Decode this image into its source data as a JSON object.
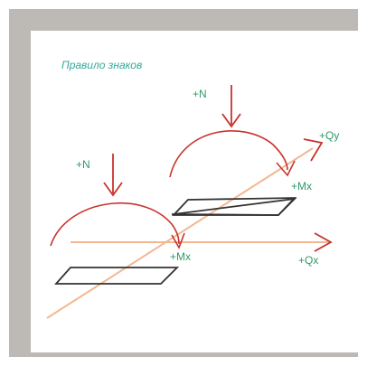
{
  "title": "Правило знаков",
  "labels": {
    "n_right": "+N",
    "n_left": "+N",
    "qy": "+Qy",
    "mx_right": "+Mx",
    "mx_left": "+Mx",
    "qx": "+Qx"
  },
  "colors": {
    "frame_gray": "#bdbab5",
    "title_teal": "#35a89a",
    "red": "#c8332d",
    "green": "#2e9a6a",
    "orange": "#f2b892",
    "dark_red_label": "#b8332d",
    "plate_stroke": "#333333"
  }
}
